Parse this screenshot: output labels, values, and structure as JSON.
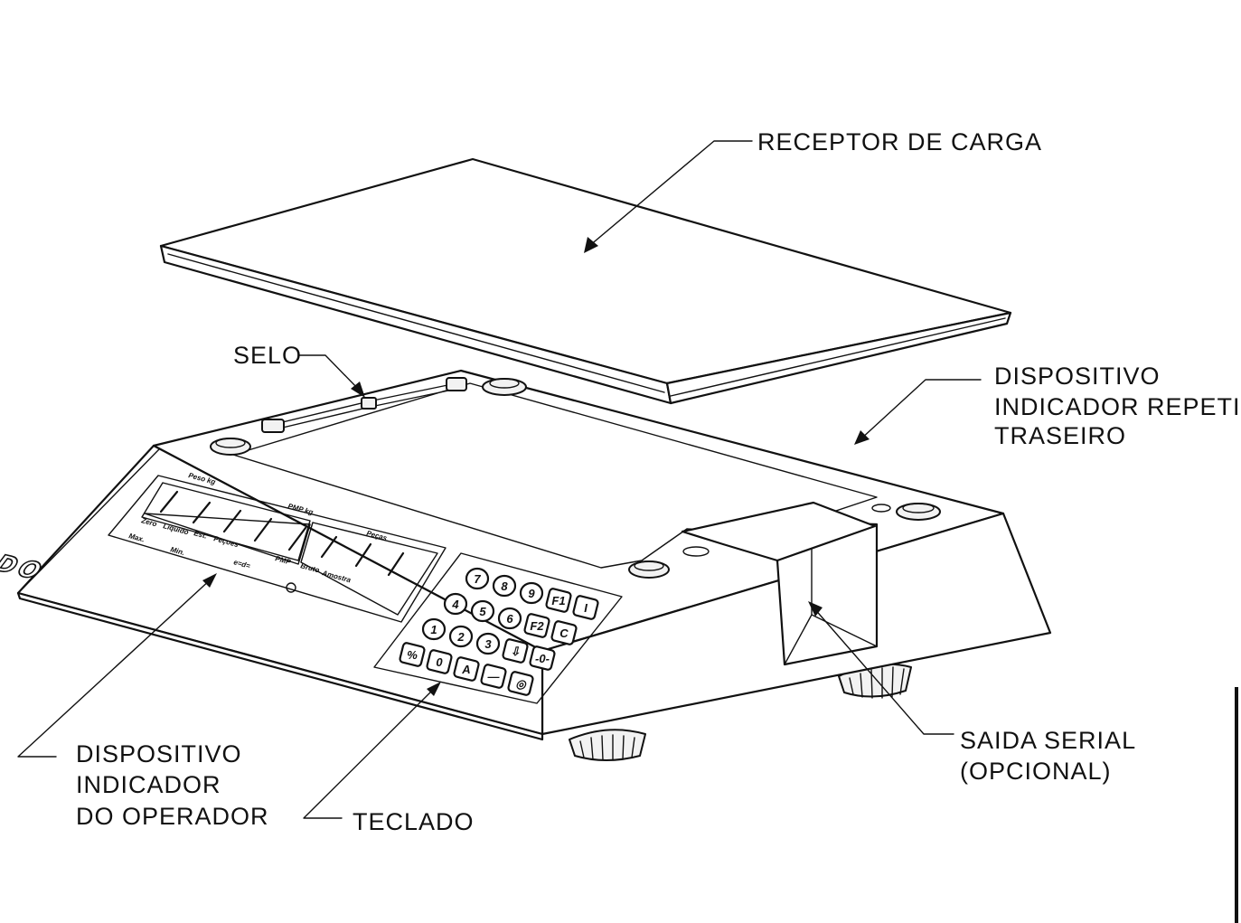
{
  "labels": {
    "receptor": "RECEPTOR DE CARGA",
    "selo": "SELO",
    "repetidor_l1": "DISPOSITIVO",
    "repetidor_l2": "INDICADOR REPETIDOR",
    "repetidor_l3": "TRASEIRO",
    "operador_l1": "DISPOSITIVO",
    "operador_l2": "INDICADOR",
    "operador_l3": "DO OPERADOR",
    "teclado": "TECLADO",
    "saida_l1": "SAIDA SERIAL",
    "saida_l2": "(OPCIONAL)"
  },
  "display": {
    "peso": "Peso kg",
    "pmp": "PMP kg",
    "pecas": "Peças",
    "zero": "Zero",
    "liquido": "Líquido",
    "est": "Est.",
    "pecoes": "Peçoes",
    "max": "Max.",
    "min": "Min.",
    "pmp_small": "PMP",
    "bruto": "Bruto",
    "amostra": "Amostra",
    "e": "e=d=",
    "brand": "TOLEDO"
  },
  "keypad": [
    "7",
    "8",
    "9",
    "F1",
    "I",
    "4",
    "5",
    "6",
    "F2",
    "C",
    "1",
    "2",
    "3",
    "⇩",
    "-0-",
    "%",
    "0",
    "A",
    "—",
    "◎"
  ]
}
